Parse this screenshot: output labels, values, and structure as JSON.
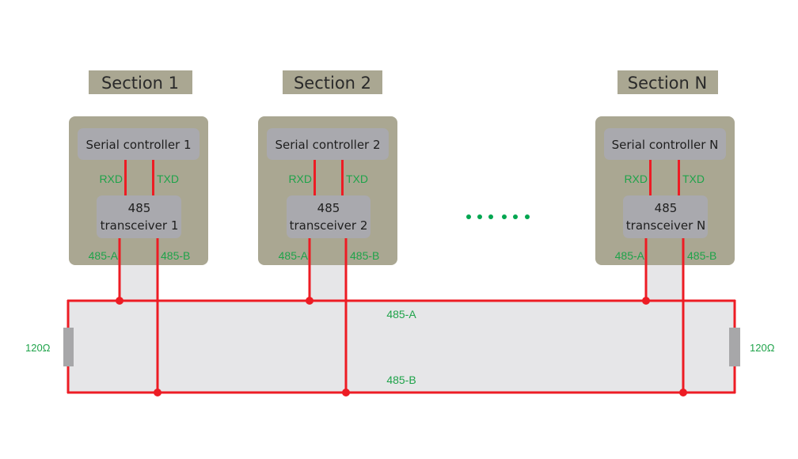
{
  "colors": {
    "section_bg": "#aaa792",
    "inner_box": "#a9a9ae",
    "wire": "#ed1c24",
    "label_green": "#1fa34a",
    "bus_fill": "#e6e6e8",
    "resistor": "#a7a7a9"
  },
  "sections": [
    {
      "title": "Section 1",
      "controller": "Serial controller 1",
      "transceiver_line1": "485",
      "transceiver_line2": "transceiver 1",
      "rxd": "RXD",
      "txd": "TXD",
      "a": "485-A",
      "b": "485-B"
    },
    {
      "title": "Section 2",
      "controller": "Serial controller 2",
      "transceiver_line1": "485",
      "transceiver_line2": "transceiver 2",
      "rxd": "RXD",
      "txd": "TXD",
      "a": "485-A",
      "b": "485-B"
    },
    {
      "title": "Section N",
      "controller": "Serial controller N",
      "transceiver_line1": "485",
      "transceiver_line2": "transceiver N",
      "rxd": "RXD",
      "txd": "TXD",
      "a": "485-A",
      "b": "485-B"
    }
  ],
  "bus": {
    "a_label": "485-A",
    "b_label": "485-B"
  },
  "resistors": {
    "left": "120Ω",
    "right": "120Ω"
  },
  "ellipsis_dots": 6
}
